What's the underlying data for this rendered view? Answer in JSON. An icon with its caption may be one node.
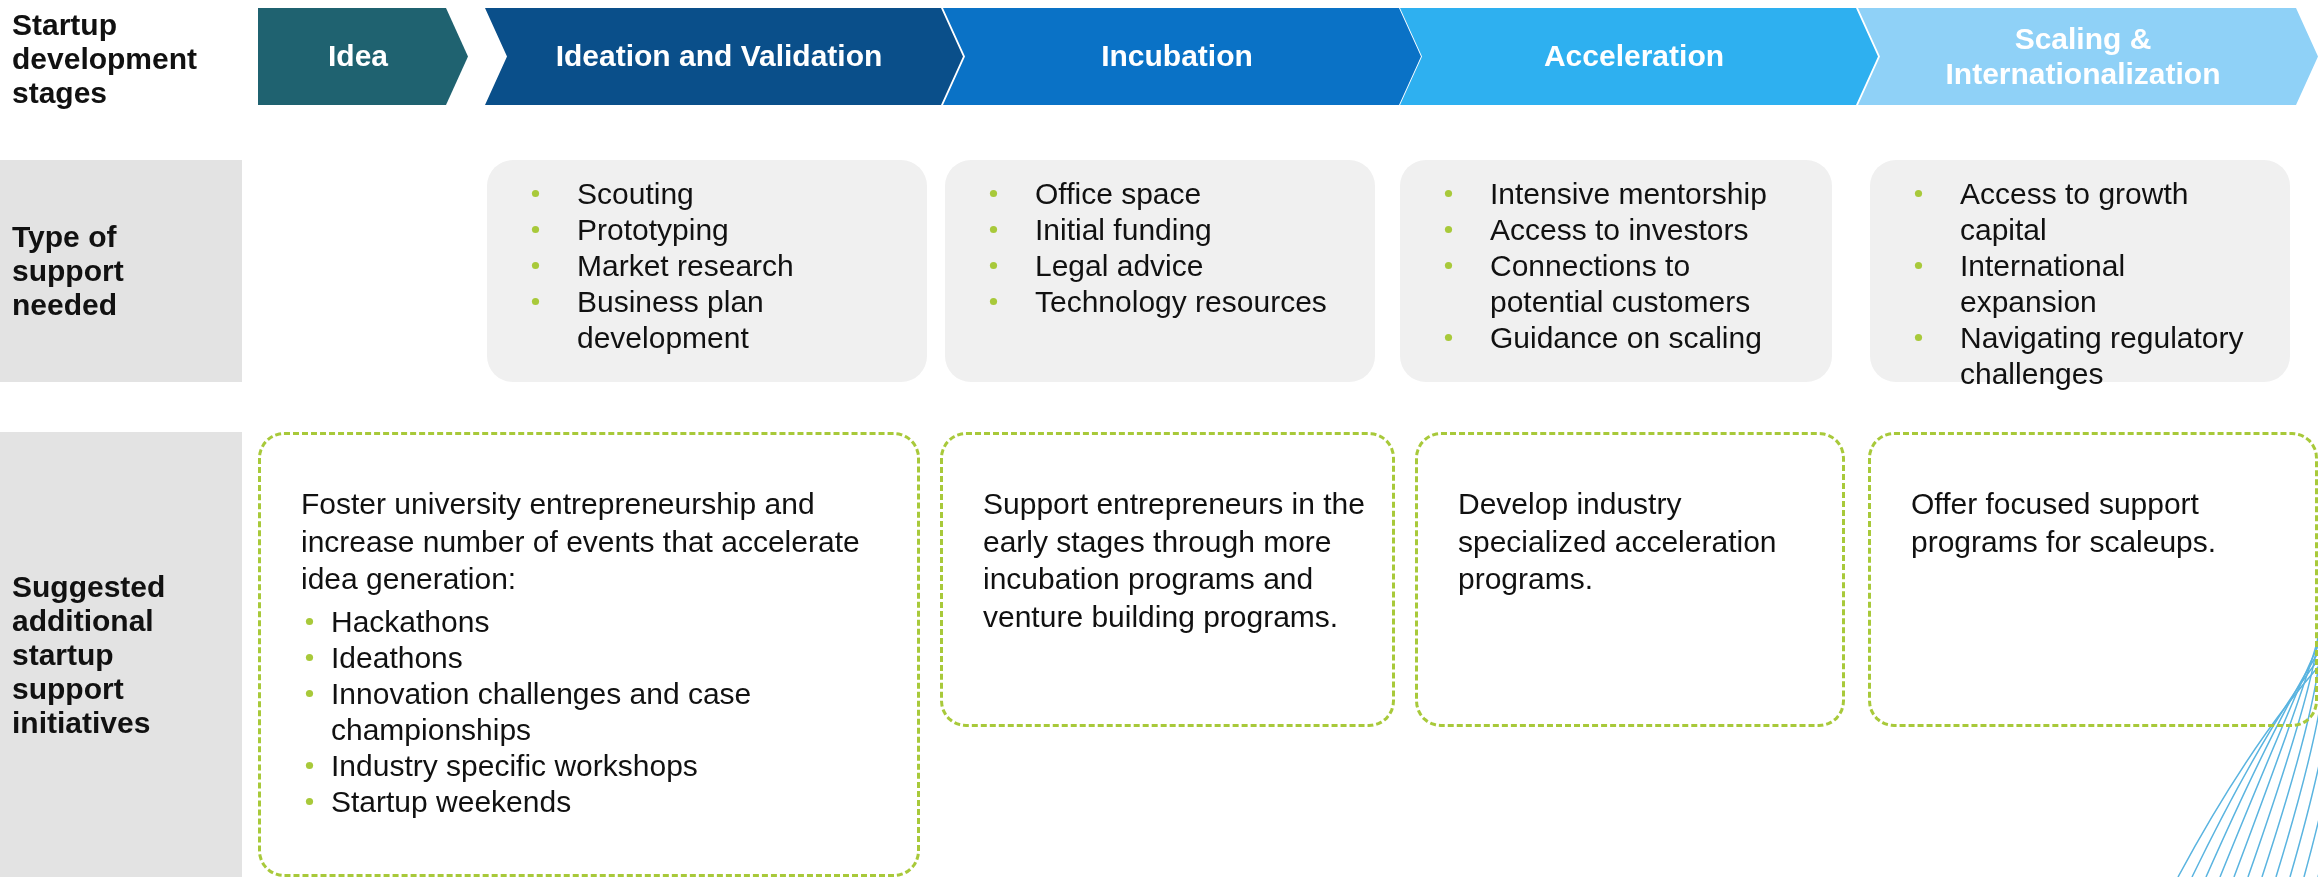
{
  "diagram": {
    "nodes": [
      {
        "text": [
          "Startup development stages"
        ]
      },
      {
        "text": [
          "Idea"
        ]
      },
      {
        "text": [
          "Ideation and Validation"
        ]
      },
      {
        "text": [
          "Incubation"
        ]
      },
      {
        "text": [
          "Acceleration"
        ]
      },
      {
        "text": [
          "Scaling & Internationalization"
        ]
      },
      {
        "text": [
          "Type of support needed"
        ]
      },
      {
        "text": [
          "Scouting",
          "Prototyping",
          "Market research",
          "Business plan development"
        ]
      },
      {
        "text": [
          "Office space",
          "Initial funding",
          "Legal advice",
          "Technology resources"
        ]
      },
      {
        "text": [
          "Intensive mentorship",
          "Access to investors",
          "Connections to potential customers",
          "Guidance on scaling"
        ]
      },
      {
        "text": [
          "Access to growth capital",
          "International expansion",
          "Navigating regulatory challenges"
        ]
      },
      {
        "text": [
          "Suggested additional startup support initiatives"
        ]
      },
      {
        "text": [
          "Foster university entrepreneurship and increase number of events that accelerate idea generation:",
          "Hackathons",
          "Ideathons",
          "Innovation challenges and case championships",
          "Industry specific workshops",
          "Startup weekends"
        ]
      },
      {
        "text": [
          "Support entrepreneurs in the early stages through more incubation programs and venture building programs."
        ]
      },
      {
        "text": [
          "Develop industry specialized acceleration programs."
        ]
      },
      {
        "text": [
          "Offer focused support programs for scaleups."
        ]
      }
    ]
  }
}
